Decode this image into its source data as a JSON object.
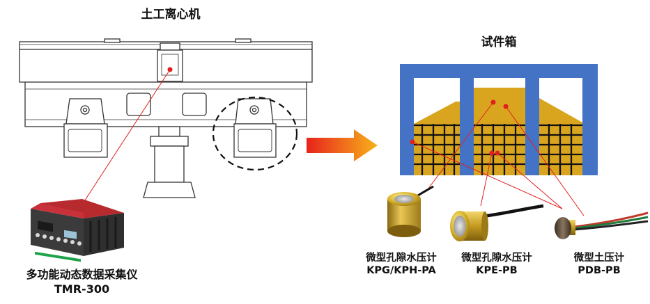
{
  "centrifuge": {
    "title": "土工离心机"
  },
  "test_box": {
    "title": "试件箱"
  },
  "logger": {
    "name": "多功能动态数据采集仪",
    "model": "TMR-300"
  },
  "sensors": [
    {
      "name": "微型孔隙水压计",
      "model": "KPG/KPH-PA"
    },
    {
      "name": "微型孔隙水压计",
      "model": "KPE-PB"
    },
    {
      "name": "微型土压计",
      "model": "PDB-PB"
    }
  ],
  "colors": {
    "box_frame": "#4472C4",
    "soil": "#D9A51F",
    "connector_line": "#E02020",
    "arrow_start": "#E8231C",
    "arrow_end": "#F7B21B"
  }
}
